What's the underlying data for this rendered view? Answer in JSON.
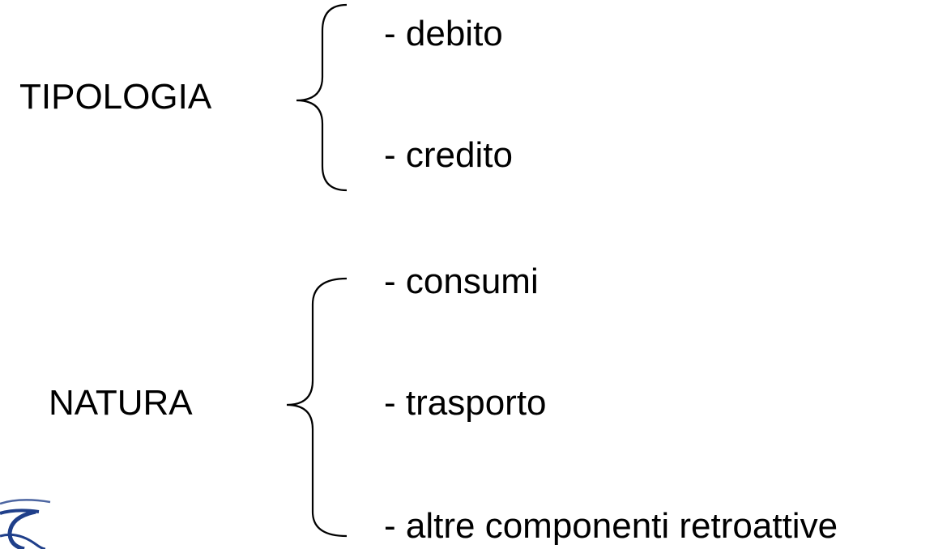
{
  "groups": [
    {
      "heading": "TIPOLOGIA",
      "items": [
        "- debito",
        "- credito"
      ]
    },
    {
      "heading": "NATURA",
      "items": [
        "- consumi",
        "- trasporto",
        "- altre componenti retroattive"
      ]
    }
  ],
  "colors": {
    "text": "#000000",
    "brace": "#000000",
    "logo": "#1f3f8a"
  }
}
